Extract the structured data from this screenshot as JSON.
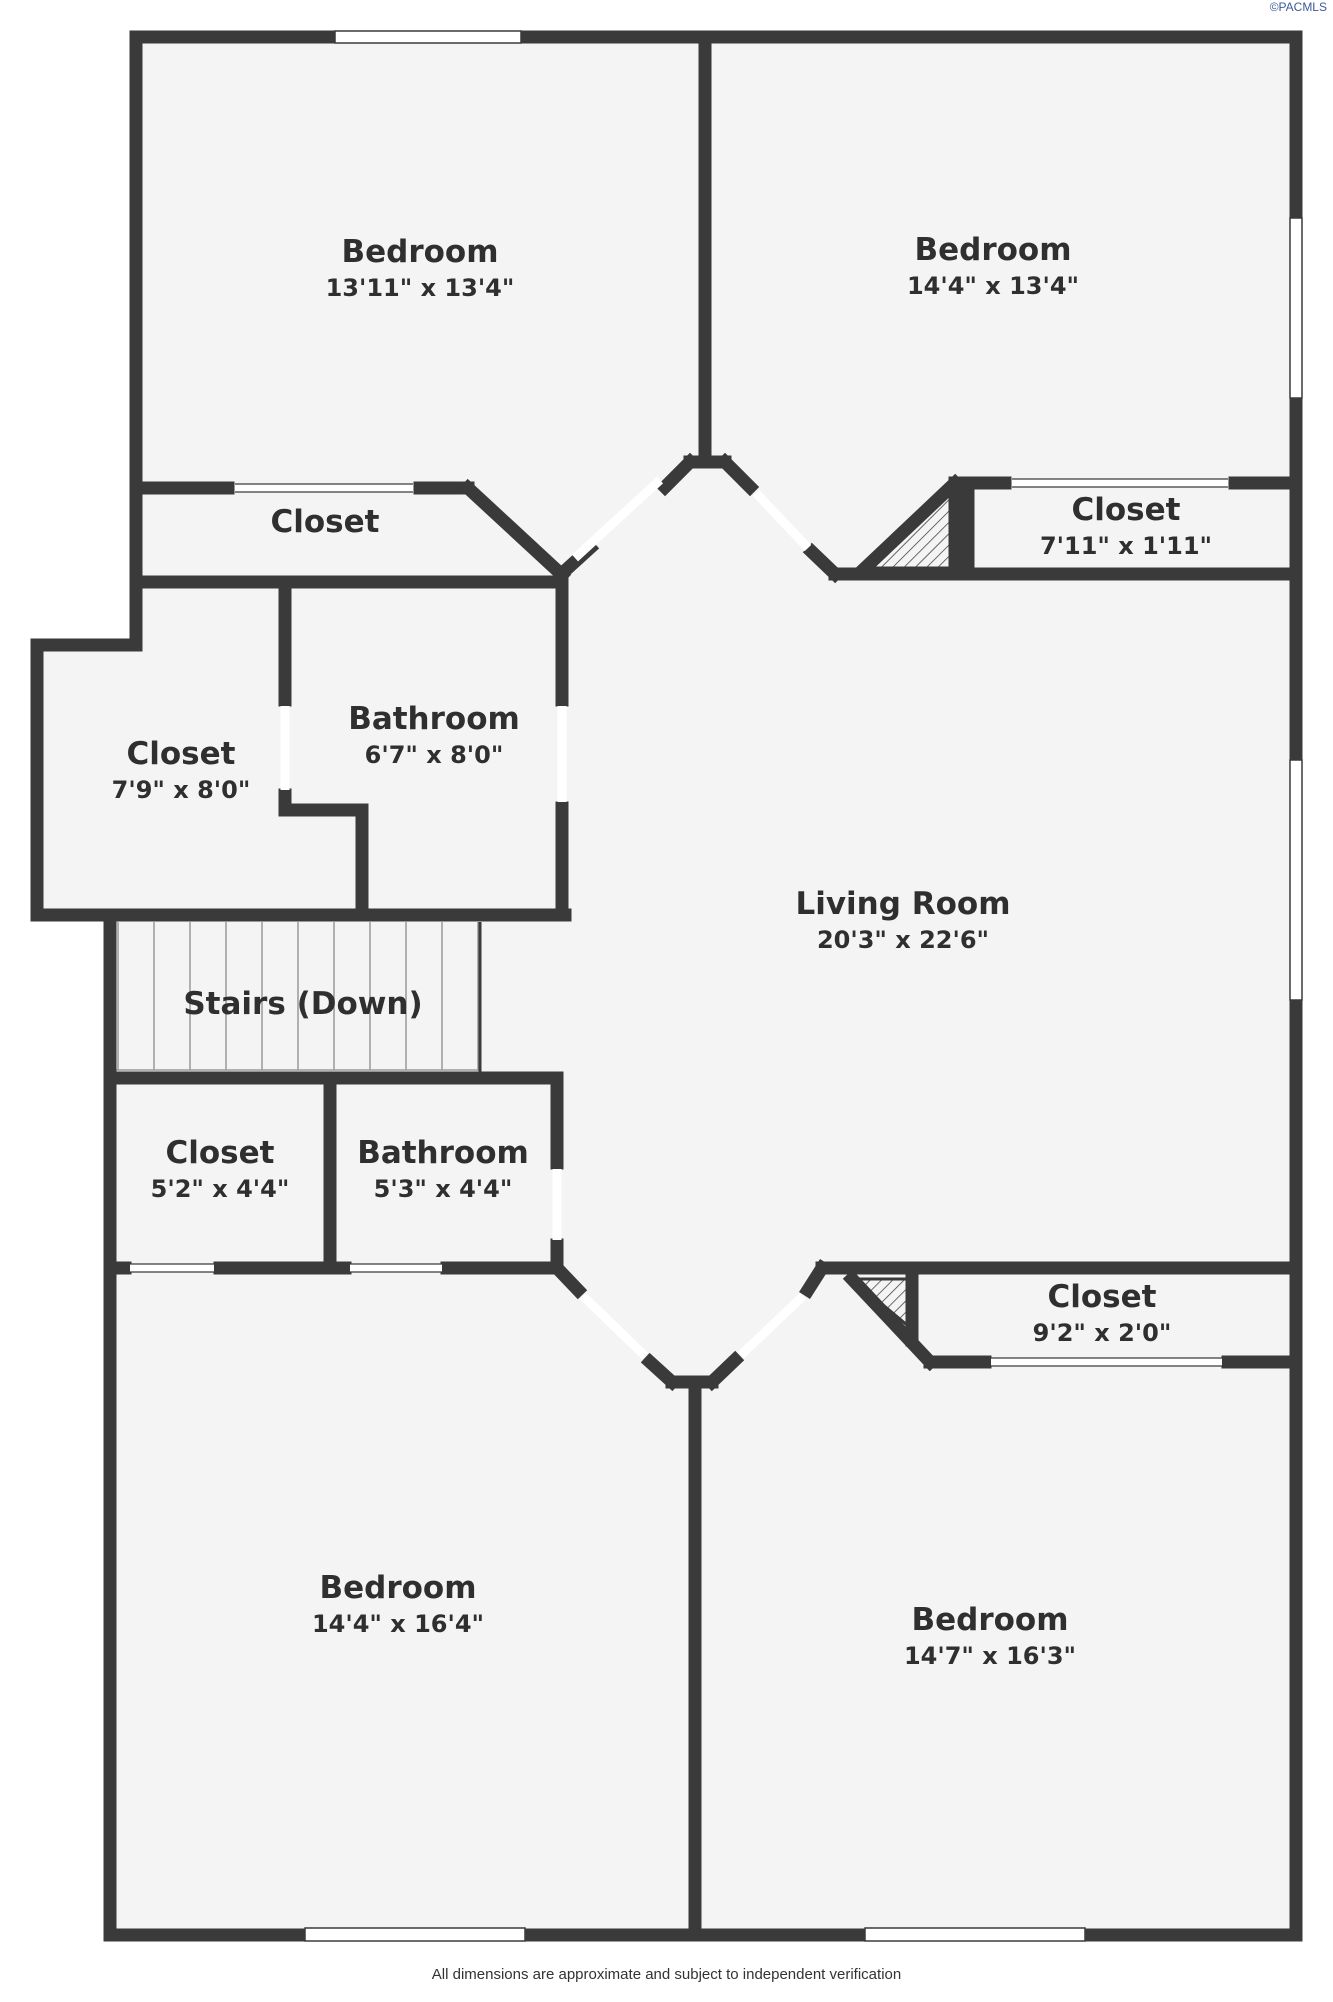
{
  "watermark": "©PACMLS",
  "footer_note": "All dimensions are approximate and subject to independent verification",
  "colors": {
    "wall": "#3a3a3a",
    "floor": "#f4f4f4",
    "window": "#ffffff"
  },
  "rooms": {
    "bedroom_top_left": {
      "name": "Bedroom",
      "dims": "13'11\" x 13'4\""
    },
    "bedroom_top_right": {
      "name": "Bedroom",
      "dims": "14'4\" x 13'4\""
    },
    "closet_top_left": {
      "name": "Closet",
      "dims": ""
    },
    "closet_top_right": {
      "name": "Closet",
      "dims": "7'11\" x 1'11\""
    },
    "closet_left": {
      "name": "Closet",
      "dims": "7'9\" x 8'0\""
    },
    "bathroom_upper": {
      "name": "Bathroom",
      "dims": "6'7\" x 8'0\""
    },
    "living_room": {
      "name": "Living Room",
      "dims": "20'3\" x 22'6\""
    },
    "stairs": {
      "name": "Stairs (Down)",
      "dims": ""
    },
    "closet_small": {
      "name": "Closet",
      "dims": "5'2\" x 4'4\""
    },
    "bathroom_lower": {
      "name": "Bathroom",
      "dims": "5'3\" x 4'4\""
    },
    "closet_bottom_right": {
      "name": "Closet",
      "dims": "9'2\" x 2'0\""
    },
    "bedroom_bottom_left": {
      "name": "Bedroom",
      "dims": "14'4\" x 16'4\""
    },
    "bedroom_bottom_right": {
      "name": "Bedroom",
      "dims": "14'7\" x 16'3\""
    }
  }
}
